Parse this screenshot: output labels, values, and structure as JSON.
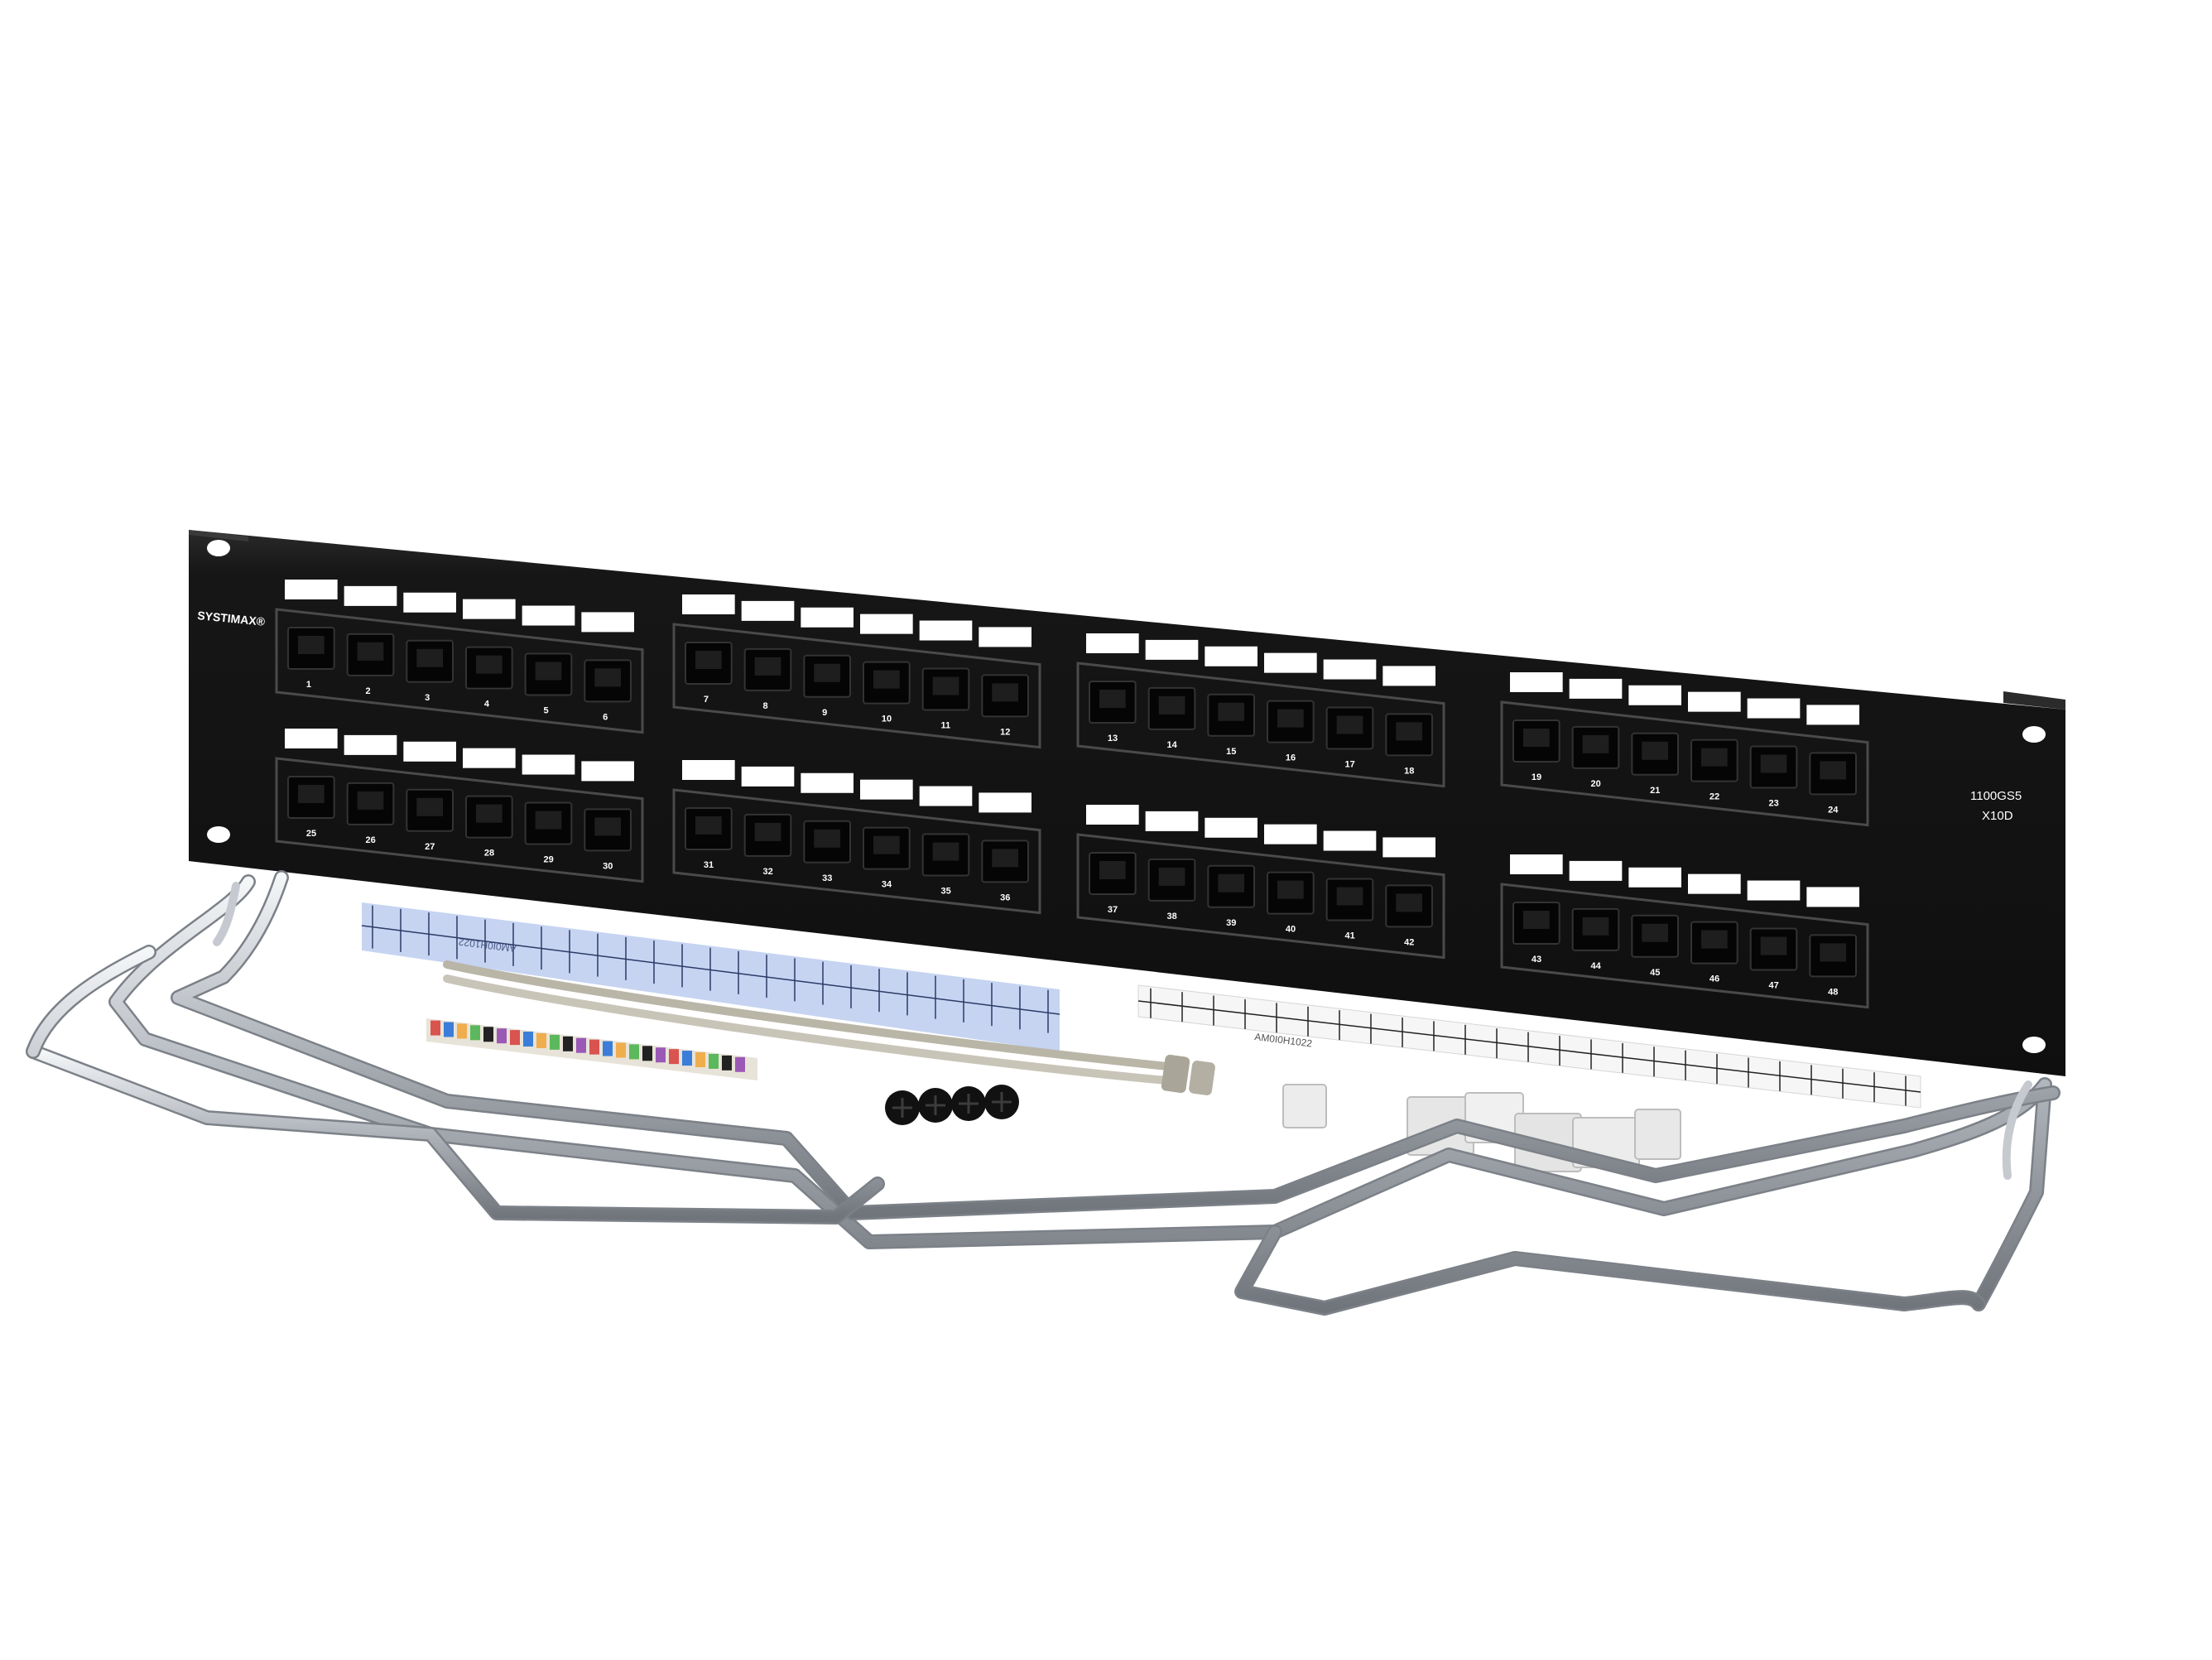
{
  "product": {
    "brand": "SYSTIMAX®",
    "model_line1": "1100GS5",
    "model_line2": "X10D",
    "ports_per_block": 6,
    "top_row_port_numbers": [
      "1",
      "2",
      "3",
      "4",
      "5",
      "6",
      "7",
      "8",
      "9",
      "10",
      "11",
      "12",
      "13",
      "14",
      "15",
      "16",
      "17",
      "18",
      "19",
      "20",
      "21",
      "22",
      "23",
      "24"
    ],
    "bottom_row_port_numbers": [
      "25",
      "26",
      "27",
      "28",
      "29",
      "30",
      "31",
      "32",
      "33",
      "34",
      "35",
      "36",
      "37",
      "38",
      "39",
      "40",
      "41",
      "42",
      "43",
      "44",
      "45",
      "46",
      "47",
      "48"
    ]
  },
  "accessories": {
    "label_sheet_code": "AM0I0H1022",
    "items": [
      "cable-management-bar",
      "designation-label-sheet-blue",
      "designation-label-sheet-white",
      "color-icon-strip",
      "cable-ties",
      "mounting-screws",
      "mounting-clips"
    ]
  },
  "colors": {
    "panel": "#151515",
    "label_window": "#ffffff",
    "port_opening": "#0b0b0b",
    "wire": "#c8ccd2",
    "blue_label": "#c6d4f2",
    "cable_tie": "#c3c0b2"
  }
}
